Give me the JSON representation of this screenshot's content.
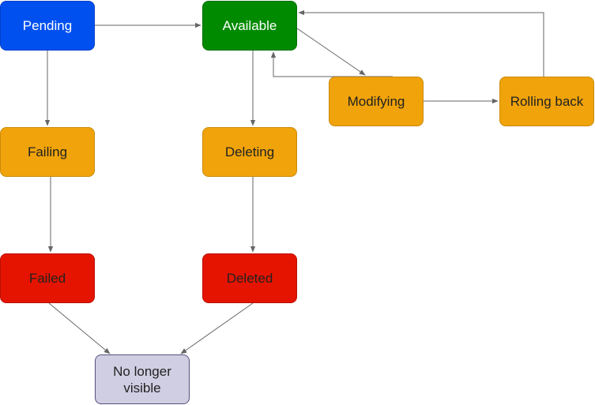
{
  "diagram": {
    "nodes": {
      "pending": "Pending",
      "available": "Available",
      "modifying": "Modifying",
      "rolling_back": "Rolling back",
      "failing": "Failing",
      "deleting": "Deleting",
      "failed": "Failed",
      "deleted": "Deleted",
      "no_longer_visible": "No longer visible"
    },
    "edges": [
      {
        "from": "pending",
        "to": "available"
      },
      {
        "from": "pending",
        "to": "failing"
      },
      {
        "from": "available",
        "to": "modifying"
      },
      {
        "from": "modifying",
        "to": "available"
      },
      {
        "from": "modifying",
        "to": "rolling_back"
      },
      {
        "from": "rolling_back",
        "to": "available"
      },
      {
        "from": "available",
        "to": "deleting"
      },
      {
        "from": "failing",
        "to": "failed"
      },
      {
        "from": "deleting",
        "to": "deleted"
      },
      {
        "from": "failed",
        "to": "no_longer_visible"
      },
      {
        "from": "deleted",
        "to": "no_longer_visible"
      }
    ],
    "colors": {
      "initial": "#0050ef",
      "active": "#008a00",
      "transitional": "#f0a30a",
      "terminal_error": "#e51400",
      "removed": "#d0cee2",
      "edge": "#666666"
    }
  }
}
